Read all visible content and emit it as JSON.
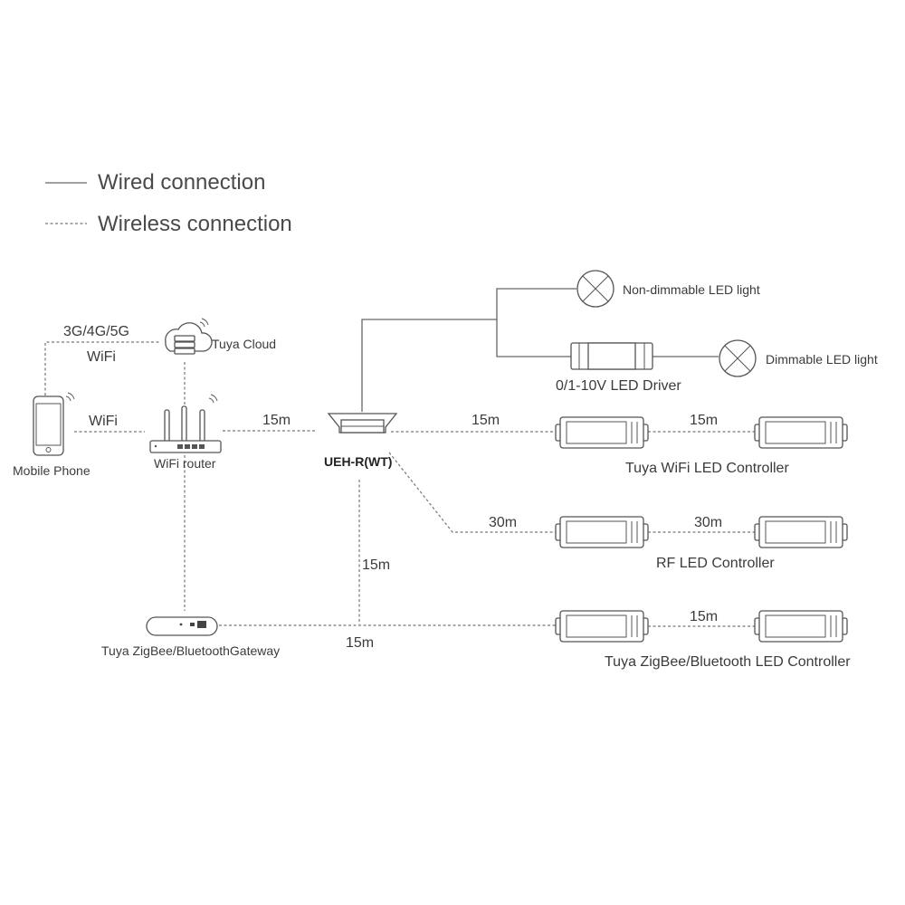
{
  "legend": {
    "wired": "Wired connection",
    "wireless": "Wireless connection"
  },
  "labels": {
    "network": "3G/4G/5G",
    "network_wifi": "WiFi",
    "phone_wifi": "WiFi",
    "mobile_phone": "Mobile Phone",
    "tuya_cloud": "Tuya Cloud",
    "wifi_router": "WiFi router",
    "hub": "UEH-R(WT)",
    "gateway": "Tuya ZigBee/BluetoothGateway",
    "non_dimmable": "Non-dimmable LED light",
    "dimmable": "Dimmable LED light",
    "driver": "0/1-10V LED Driver",
    "wifi_controller": "Tuya WiFi LED Controller",
    "rf_controller": "RF LED Controller",
    "zigbee_controller": "Tuya ZigBee/Bluetooth LED Controller"
  },
  "distances": {
    "router_hub": "15m",
    "hub_wifi_ctrl": "15m",
    "wifi_ctrl_pair": "15m",
    "hub_rf_ctrl": "30m",
    "rf_ctrl_pair": "30m",
    "hub_gateway_vertical": "15m",
    "gateway_line": "15m",
    "zigbee_ctrl_pair": "15m"
  },
  "icons": {
    "phone": "mobile-phone-icon",
    "cloud": "cloud-server-icon",
    "router": "wifi-router-icon",
    "hub": "hub-module-icon",
    "gateway": "gateway-icon",
    "lamp": "led-lamp-icon",
    "driver": "led-driver-icon",
    "controller": "led-controller-icon"
  }
}
